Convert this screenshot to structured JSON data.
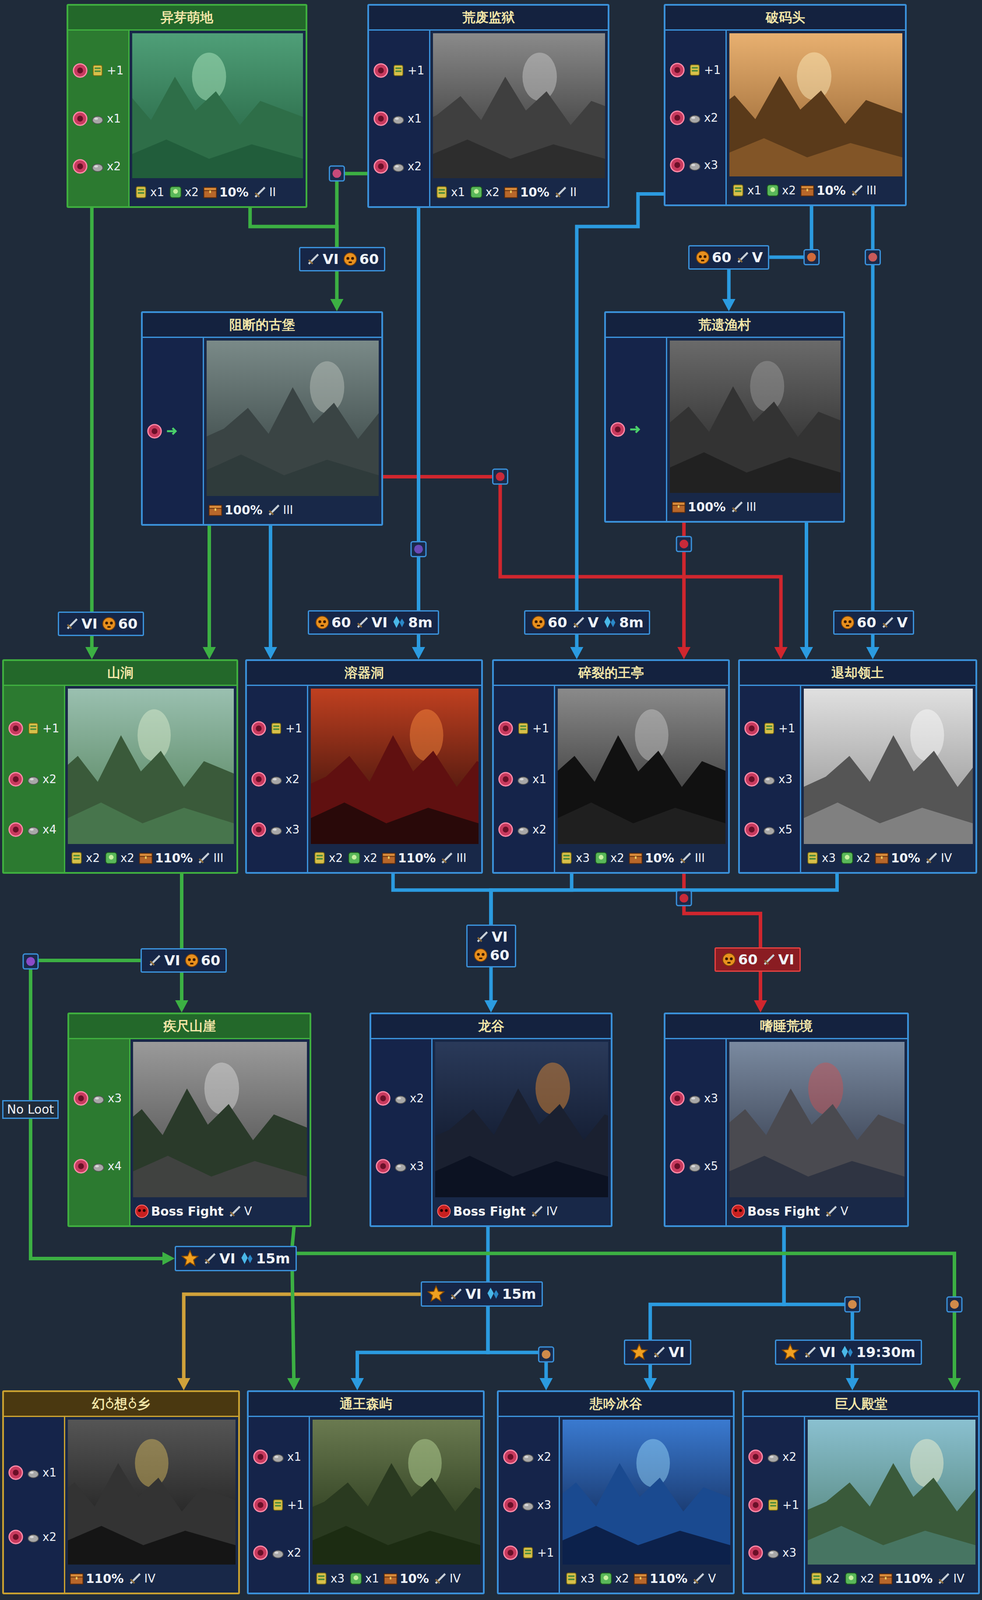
{
  "diagram": {
    "nodes": [
      {
        "text": [
          "异芽萌地",
          "+1",
          "x1",
          "x2",
          "x1",
          "x2",
          "10%",
          "II"
        ]
      },
      {
        "text": [
          "荒废监狱",
          "+1",
          "x1",
          "x2",
          "x1",
          "x2",
          "10%",
          "II"
        ]
      },
      {
        "text": [
          "破码头",
          "+1",
          "x2",
          "x3",
          "x1",
          "x2",
          "10%",
          "III"
        ]
      },
      {
        "text": [
          "VI",
          "60"
        ]
      },
      {
        "text": [
          "60",
          "V"
        ]
      },
      {
        "text": [
          "阻断的古堡",
          "100%",
          "III"
        ]
      },
      {
        "text": [
          "荒遗渔村",
          "100%",
          "III"
        ]
      },
      {
        "text": [
          "VI",
          "60"
        ]
      },
      {
        "text": [
          "60",
          "VI",
          "8m"
        ]
      },
      {
        "text": [
          "60",
          "V",
          "8m"
        ]
      },
      {
        "text": [
          "60",
          "V"
        ]
      },
      {
        "text": [
          "山涧",
          "+1",
          "x2",
          "x4",
          "x2",
          "x2",
          "110%",
          "III"
        ]
      },
      {
        "text": [
          "溶器洞",
          "+1",
          "x2",
          "x3",
          "x2",
          "x2",
          "110%",
          "III"
        ]
      },
      {
        "text": [
          "碎裂的王亭",
          "+1",
          "x1",
          "x2",
          "x3",
          "x2",
          "10%",
          "III"
        ]
      },
      {
        "text": [
          "退却领土",
          "+1",
          "x3",
          "x5",
          "x3",
          "x2",
          "10%",
          "IV"
        ]
      },
      {
        "text": [
          "VI",
          "60"
        ]
      },
      {
        "text": [
          "VI",
          "60"
        ]
      },
      {
        "text": [
          "60",
          "VI"
        ]
      },
      {
        "text": [
          "疾尺山崖",
          "x3",
          "x4",
          "Boss Fight",
          "V"
        ]
      },
      {
        "text": [
          "龙谷",
          "x2",
          "x3",
          "Boss Fight",
          "IV"
        ]
      },
      {
        "text": [
          "嗜睡荒境",
          "x3",
          "x5",
          "Boss Fight",
          "V"
        ]
      },
      {
        "text": [
          "VI",
          "15m"
        ]
      },
      {
        "text": [
          "VI",
          "15m"
        ]
      },
      {
        "text": [
          "VI"
        ]
      },
      {
        "text": [
          "VI",
          "19:30m"
        ]
      },
      {
        "text": [
          "幻♁想♁乡",
          "x1",
          "x2",
          "110%",
          "IV"
        ]
      },
      {
        "text": [
          "通王森屿",
          "x1",
          "+1",
          "x2",
          "x3",
          "x1",
          "10%",
          "IV"
        ]
      },
      {
        "text": [
          "悲吟冰谷",
          "x2",
          "x3",
          "+1",
          "x3",
          "x2",
          "110%",
          "V"
        ]
      },
      {
        "text": [
          "巨人殿堂",
          "x2",
          "+1",
          "x3",
          "x2",
          "x2",
          "110%",
          "IV"
        ]
      }
    ],
    "edges": [
      {
        "from": 0,
        "to": 3,
        "arrow": "none"
      },
      {
        "from": 1,
        "to": 3,
        "arrow": "none"
      },
      {
        "from": 3,
        "to": 5,
        "arrow": "to"
      },
      {
        "from": 2,
        "to": 4,
        "arrow": "none"
      },
      {
        "from": 4,
        "to": 6,
        "arrow": "to"
      },
      {
        "from": 0,
        "to": 7,
        "arrow": "none"
      },
      {
        "from": 7,
        "to": 11,
        "arrow": "to"
      },
      {
        "from": 5,
        "to": 11,
        "arrow": "to"
      },
      {
        "from": 5,
        "to": 12,
        "arrow": "to"
      },
      {
        "from": 1,
        "to": 8,
        "arrow": "none"
      },
      {
        "from": 8,
        "to": 12,
        "arrow": "to"
      },
      {
        "from": 2,
        "to": 9,
        "arrow": "none"
      },
      {
        "from": 9,
        "to": 13,
        "arrow": "to"
      },
      {
        "from": 6,
        "to": 13,
        "arrow": "to"
      },
      {
        "from": 5,
        "to": 14,
        "arrow": "to"
      },
      {
        "from": 2,
        "to": 10,
        "arrow": "none"
      },
      {
        "from": 10,
        "to": 14,
        "arrow": "to"
      },
      {
        "from": 6,
        "to": 14,
        "arrow": "to"
      },
      {
        "from": 11,
        "to": 16,
        "arrow": "none"
      },
      {
        "from": 16,
        "to": 18,
        "arrow": "to"
      },
      {
        "from": 16,
        "to": 21,
        "label": "No Loot",
        "arrow": "to"
      },
      {
        "from": 12,
        "to": 15,
        "arrow": "none"
      },
      {
        "from": 13,
        "to": 15,
        "arrow": "none"
      },
      {
        "from": 14,
        "to": 15,
        "arrow": "none"
      },
      {
        "from": 13,
        "to": 17,
        "arrow": "none"
      },
      {
        "from": 17,
        "to": 20,
        "arrow": "to"
      },
      {
        "from": 15,
        "to": 19,
        "arrow": "to"
      },
      {
        "from": 18,
        "to": 21,
        "arrow": "none"
      },
      {
        "from": 21,
        "to": 26,
        "arrow": "to"
      },
      {
        "from": 21,
        "to": 28,
        "arrow": "to"
      },
      {
        "from": 19,
        "to": 22,
        "arrow": "none"
      },
      {
        "from": 22,
        "to": 26,
        "arrow": "to"
      },
      {
        "from": 22,
        "to": 27,
        "arrow": "to"
      },
      {
        "from": 22,
        "to": 25,
        "arrow": "to"
      },
      {
        "from": 20,
        "to": 23,
        "arrow": "none"
      },
      {
        "from": 23,
        "to": 27,
        "arrow": "to"
      },
      {
        "from": 20,
        "to": 24,
        "arrow": "none"
      },
      {
        "from": 24,
        "to": 28,
        "arrow": "to"
      }
    ]
  }
}
